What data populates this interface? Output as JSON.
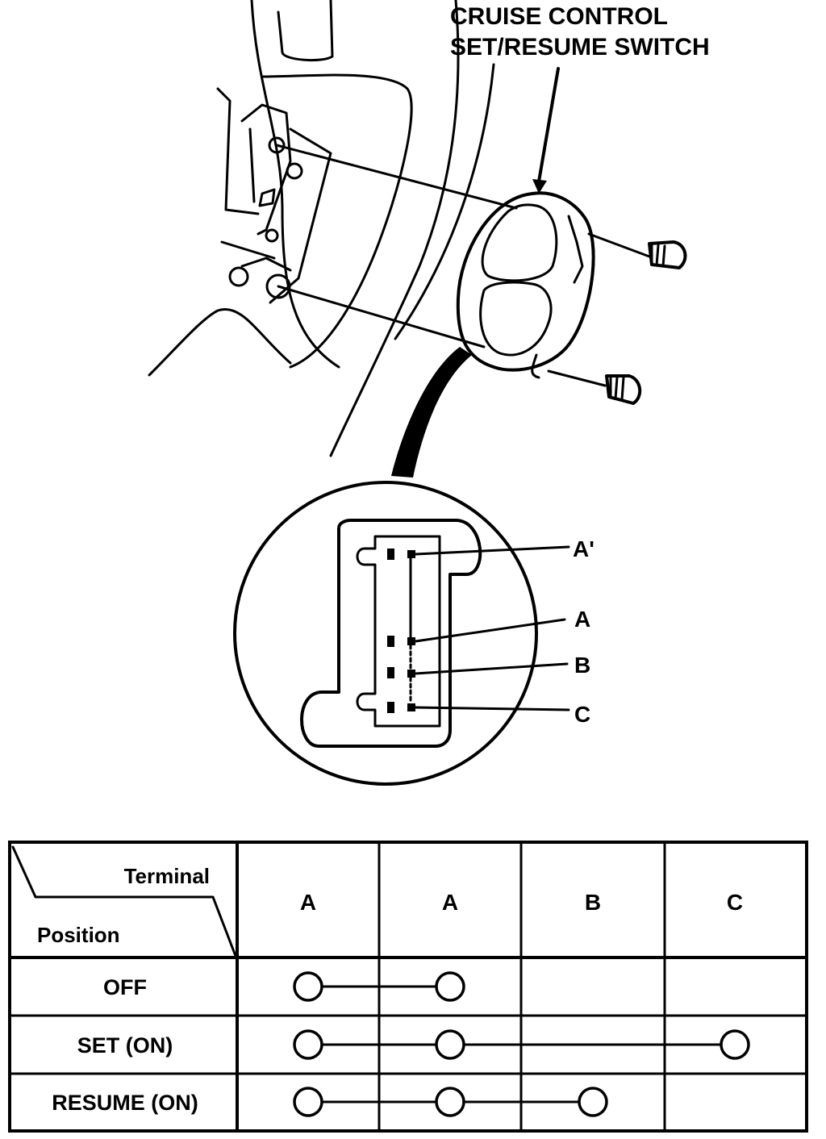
{
  "diagram": {
    "callout": {
      "line1": "CRUISE CONTROL",
      "line2": "SET/RESUME SWITCH"
    },
    "connector_terminals": [
      {
        "label": "A'"
      },
      {
        "label": "A"
      },
      {
        "label": "B"
      },
      {
        "label": "C"
      }
    ]
  },
  "table": {
    "corner_top": "Terminal",
    "corner_bottom": "Position",
    "columns": [
      "A",
      "A",
      "B",
      "C"
    ],
    "rows": [
      {
        "position": "OFF",
        "connected": [
          0,
          1
        ]
      },
      {
        "position": "SET (ON)",
        "connected": [
          0,
          1,
          3
        ]
      },
      {
        "position": "RESUME (ON)",
        "connected": [
          0,
          1,
          2
        ]
      }
    ]
  }
}
